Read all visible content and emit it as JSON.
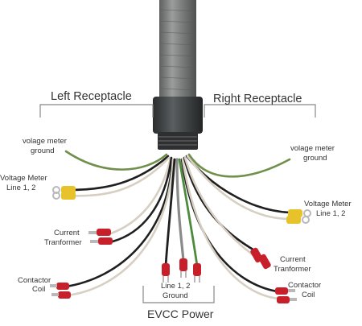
{
  "groups": {
    "left": "Left Receptacle",
    "right": "Right Receptacle",
    "bottom": "EVCC Power"
  },
  "labels": {
    "left_ground_1": "volage meter",
    "left_ground_2": "ground",
    "left_meter_1": "Voltage Meter",
    "left_meter_2": "Line 1, 2",
    "left_ct_1": "Current",
    "left_ct_2": "Tranformer",
    "left_coil_1": "Contactor",
    "left_coil_2": "Coil",
    "center_1": "Line 1, 2",
    "center_2": "Ground",
    "right_ground_1": "volage meter",
    "right_ground_2": "ground",
    "right_meter_1": "Voltage Meter",
    "right_meter_2": "Line 1, 2",
    "right_ct_1": "Current",
    "right_ct_2": "Tranformer",
    "right_coil_1": "Contactor",
    "right_coil_2": "Coil"
  },
  "colors": {
    "wire_black": "#1f1f1f",
    "wire_white": "#d6cfc2",
    "wire_green": "#6f8f4a",
    "wire_gray": "#8a8a8a",
    "terminal_red": "#c8202a",
    "terminal_yellow": "#e8c22a",
    "conduit": "#7a7d7a",
    "fitting": "#3a3d3e"
  }
}
